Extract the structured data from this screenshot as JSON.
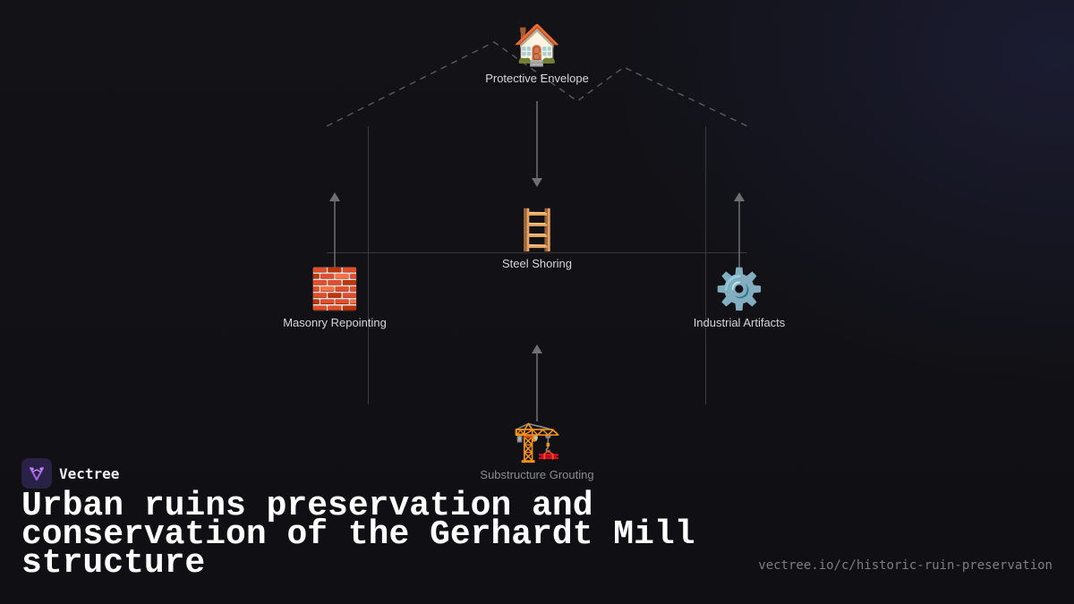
{
  "brand": {
    "name": "Vectree",
    "logo_icon": "vectree-logo-icon",
    "accent": "#a05ee0"
  },
  "title": "Urban ruins preservation and conservation of the Gerhardt Mill structure",
  "source_url": "vectree.io/c/historic-ruin-preservation",
  "diagram": {
    "nodes": [
      {
        "id": "protective-envelope",
        "icon": "🏠",
        "icon_name": "house-icon",
        "label": "Protective Envelope"
      },
      {
        "id": "steel-shoring",
        "icon": "🪜",
        "icon_name": "ladder-icon",
        "label": "Steel Shoring"
      },
      {
        "id": "masonry-repointing",
        "icon": "🧱",
        "icon_name": "brick-icon",
        "label": "Masonry Repointing"
      },
      {
        "id": "industrial-artifacts",
        "icon": "⚙️",
        "icon_name": "gear-icon",
        "label": "Industrial Artifacts"
      },
      {
        "id": "substructure-grouting",
        "icon": "🏗️",
        "icon_name": "crane-icon",
        "label": "Substructure Grouting"
      }
    ],
    "edges": [
      {
        "from": "protective-envelope",
        "to": "steel-shoring"
      },
      {
        "from": "substructure-grouting",
        "to": "steel-shoring"
      },
      {
        "from": "masonry-repointing",
        "to": "masonry-repointing-upper"
      },
      {
        "from": "industrial-artifacts",
        "to": "industrial-artifacts-upper"
      }
    ],
    "colors": {
      "arrow": "#707074",
      "frame": "#3a3a40",
      "roof": "#55555c"
    }
  }
}
